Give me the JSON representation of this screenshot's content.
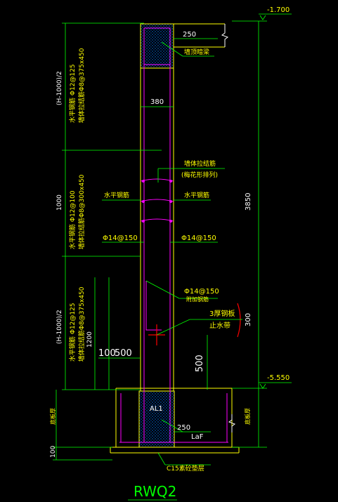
{
  "drawing": {
    "title": "RWQ2",
    "elevation_top": "-1.700",
    "elevation_bottom": "-5.550",
    "height_total": "3850",
    "beam_width": "250",
    "top_beam_label": "墙顶暗梁",
    "wall_thickness": "380",
    "tie_bar_label": "墙体拉结筋",
    "tie_bar_label2": "(梅花形排列)",
    "horiz_bar_left": "水平钢筋",
    "horiz_bar_right": "水平钢筋",
    "vert_bar_left": "Φ14@150",
    "vert_bar_right": "Φ14@150",
    "middle_bar": "Φ14@150",
    "middle_bar_note": "附加钢筋",
    "waterstop_1": "3厚钢板",
    "waterstop_2": "止水带",
    "waterstop_dim": "300",
    "dim_500_h": "500",
    "dim_100": "100",
    "dim_500_v": "500",
    "left_dim_top": "(H-1000)/2",
    "left_dim_mid": "1000",
    "left_dim_bot": "(H-1000)/2",
    "left_dim_1200": "1200",
    "note_top_1": "水平钢筋 Φ12@125",
    "note_top_2": "墙体拉结筋Φ8@375x450",
    "note_mid_1": "水平钢筋 Φ12@100",
    "note_mid_2": "墙体拉结筋Φ8@300x450",
    "note_bot_1": "水平钢筋 Φ12@125",
    "note_bot_2": "墙体拉结筋Φ8@375x450",
    "foundation_label": "AL1",
    "bottom_250": "250",
    "laf": "LaF",
    "cushion": "C15素砼垫层",
    "left_bottom_dim": "100",
    "left_side_label": "底板厚",
    "right_side_label": "底板厚"
  },
  "colors": {
    "green": "#00ff00",
    "yellow": "#ffff00",
    "magenta": "#ff00ff",
    "white": "#ffffff",
    "red": "#ff0000",
    "cyan": "#00ffff"
  }
}
